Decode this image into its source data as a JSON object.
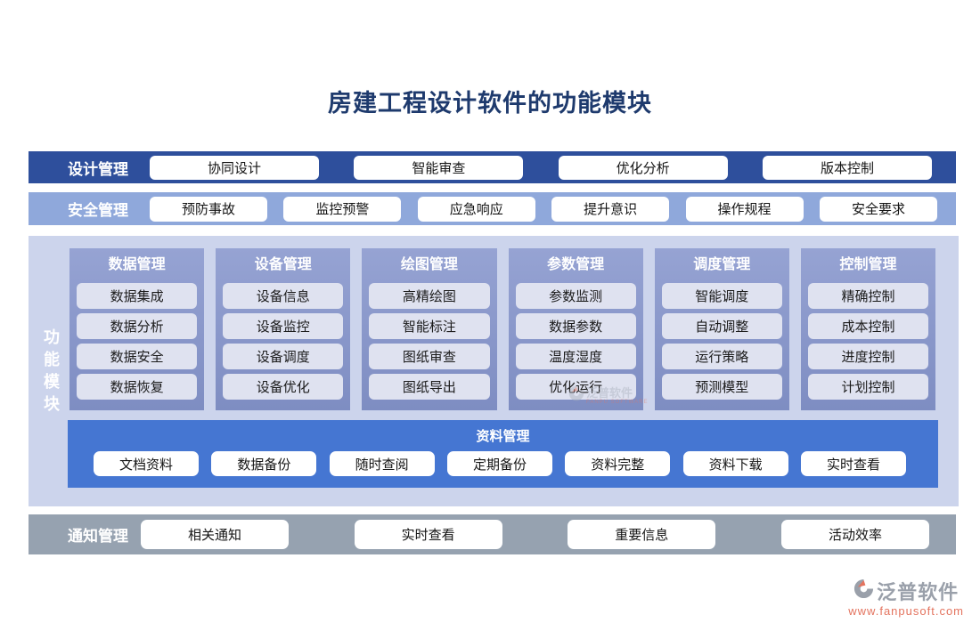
{
  "title": "房建工程设计软件的功能模块",
  "design_row": {
    "label": "设计管理",
    "buttons": [
      "协同设计",
      "智能审查",
      "优化分析",
      "版本控制"
    ]
  },
  "safety_row": {
    "label": "安全管理",
    "buttons": [
      "预防事故",
      "监控预警",
      "应急响应",
      "提升意识",
      "操作规程",
      "安全要求"
    ]
  },
  "modules": {
    "side_label": "功能模块",
    "columns": [
      {
        "header": "数据管理",
        "items": [
          "数据集成",
          "数据分析",
          "数据安全",
          "数据恢复"
        ]
      },
      {
        "header": "设备管理",
        "items": [
          "设备信息",
          "设备监控",
          "设备调度",
          "设备优化"
        ]
      },
      {
        "header": "绘图管理",
        "items": [
          "高精绘图",
          "智能标注",
          "图纸审查",
          "图纸导出"
        ]
      },
      {
        "header": "参数管理",
        "items": [
          "参数监测",
          "数据参数",
          "温度湿度",
          "优化运行"
        ]
      },
      {
        "header": "调度管理",
        "items": [
          "智能调度",
          "自动调整",
          "运行策略",
          "预测模型"
        ]
      },
      {
        "header": "控制管理",
        "items": [
          "精确控制",
          "成本控制",
          "进度控制",
          "计划控制"
        ]
      }
    ],
    "material_row": {
      "label": "资料管理",
      "buttons": [
        "文档资料",
        "数据备份",
        "随时查阅",
        "定期备份",
        "资料完整",
        "资料下载",
        "实时查看"
      ]
    }
  },
  "notice_row": {
    "label": "通知管理",
    "buttons": [
      "相关通知",
      "实时查看",
      "重要信息",
      "活动效率"
    ]
  },
  "watermark": {
    "name": "泛普软件",
    "subtext": "FANPU SOFTWARE"
  },
  "logo": {
    "name": "泛普软件",
    "url": "www.fanpusoft.com"
  },
  "colors": {
    "title": "#1e3a6d",
    "design_bar": "#2e4f9c",
    "safety_bar": "#8fa8db",
    "panel_bg": "#ccd4ec",
    "column_bg": "#8492c6",
    "item_bg": "#dfe2f0",
    "material_bar": "#4576d2",
    "notice_bar": "#96a2b0",
    "logo_gray": "#9aa0aa",
    "logo_orange": "#e4745f"
  }
}
